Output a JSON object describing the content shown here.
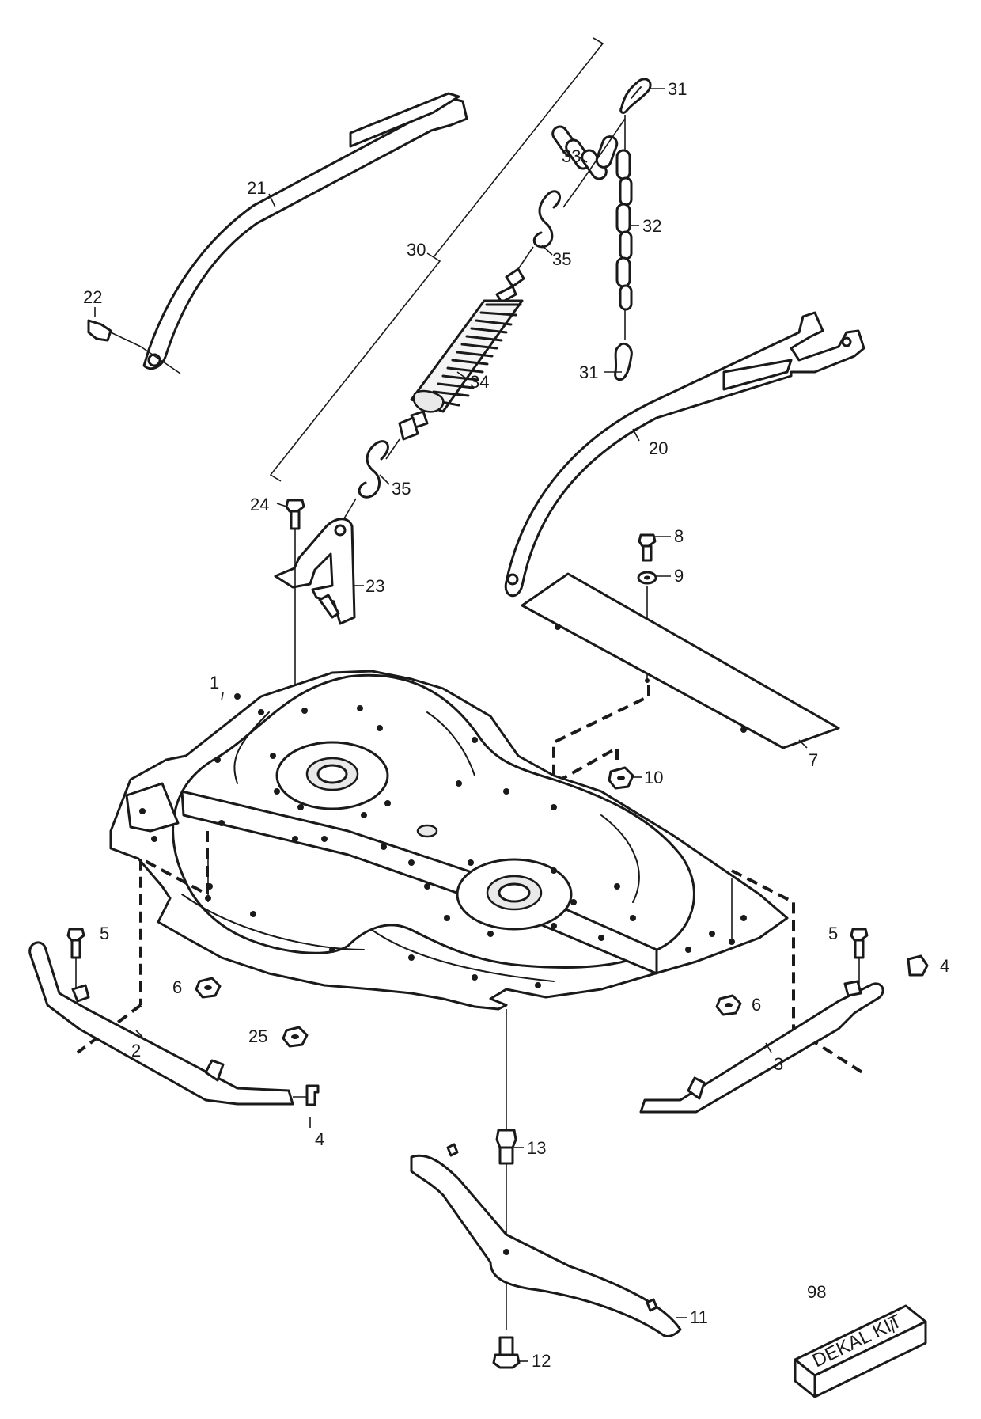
{
  "callouts": {
    "c1": "1",
    "c2": "2",
    "c3": "3",
    "c4a": "4",
    "c4b": "4",
    "c5a": "5",
    "c5b": "5",
    "c6a": "6",
    "c6b": "6",
    "c7": "7",
    "c8": "8",
    "c9": "9",
    "c10": "10",
    "c11": "11",
    "c12": "12",
    "c13": "13",
    "c20": "20",
    "c21": "21",
    "c22": "22",
    "c23": "23",
    "c24": "24",
    "c25": "25",
    "c30": "30",
    "c31a": "31",
    "c31b": "31",
    "c32": "32",
    "c33": "33",
    "c34": "34",
    "c35a": "35",
    "c35b": "35",
    "c98": "98"
  },
  "kit_label": "DEKAL KIT"
}
